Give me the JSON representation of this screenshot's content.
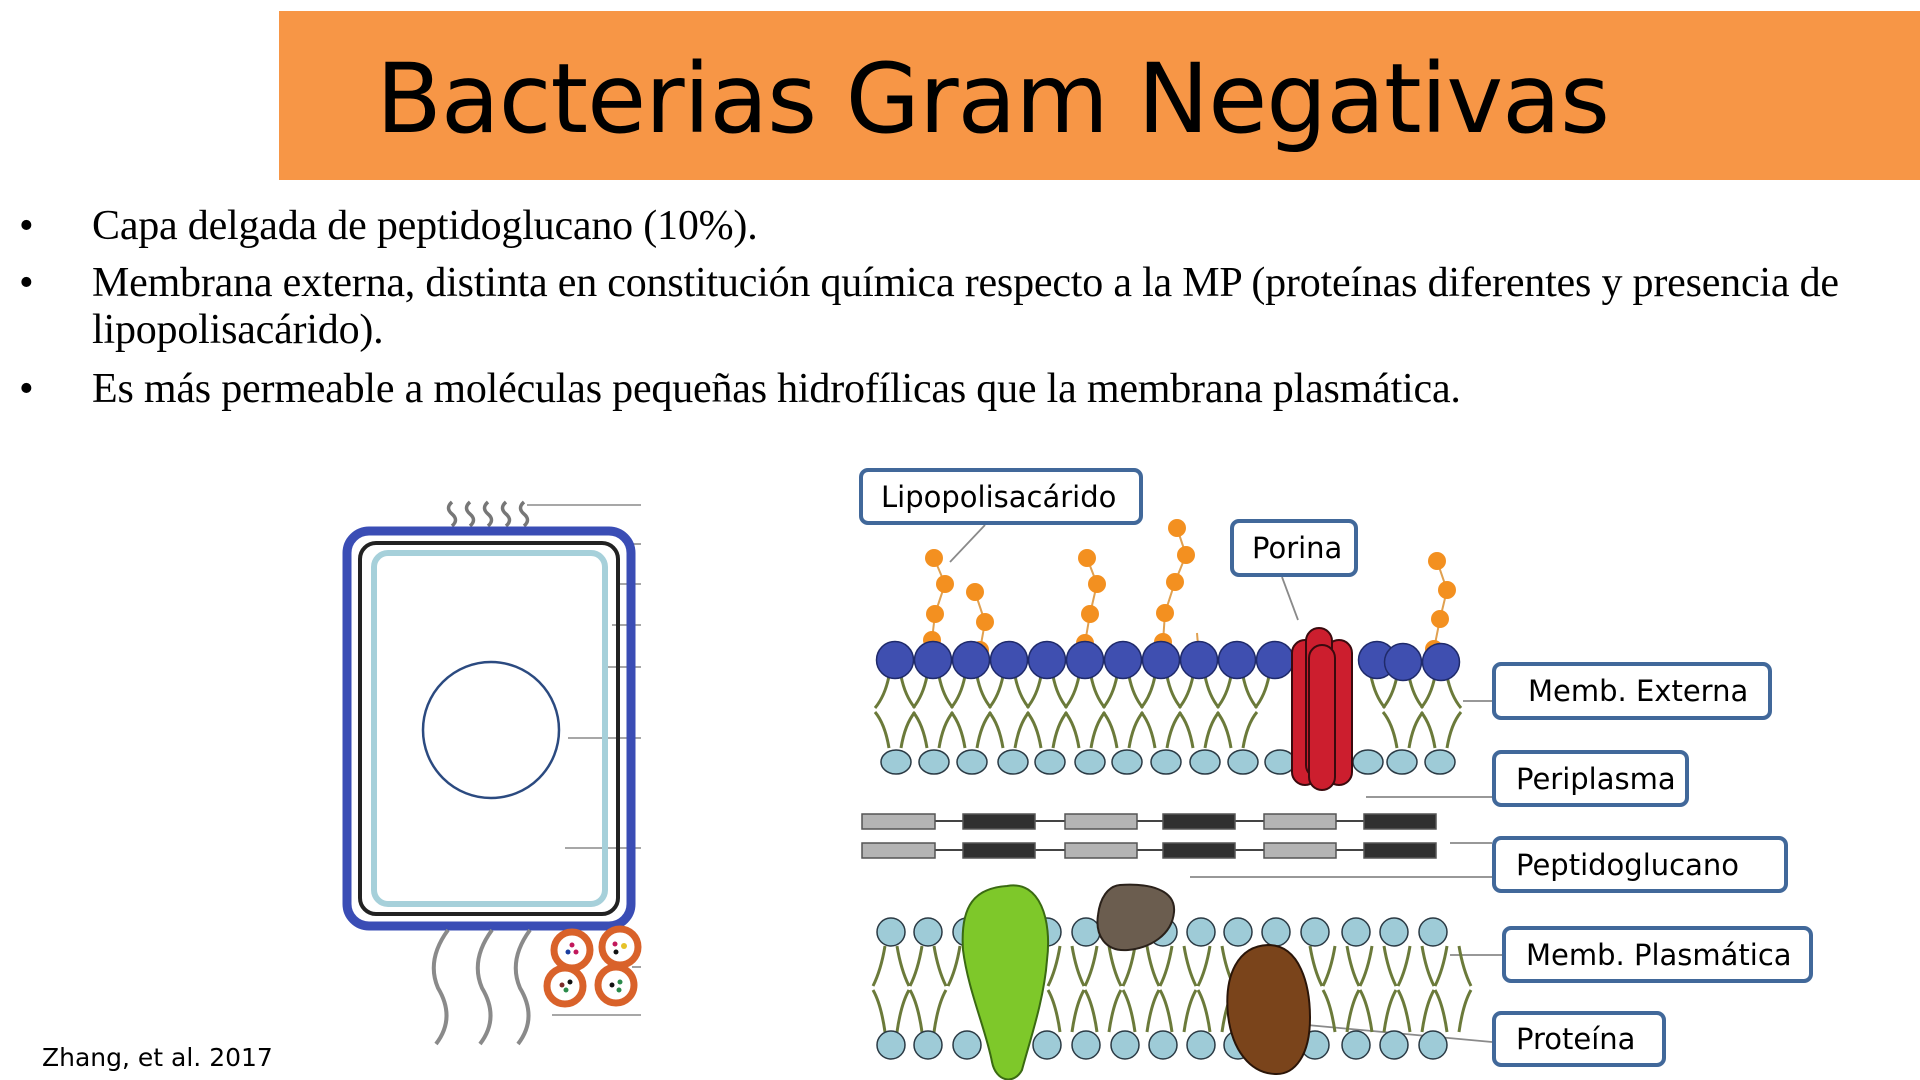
{
  "slide": {
    "title": "Bacterias Gram Negativas",
    "title_band_color": "#f79646",
    "bullets": [
      {
        "symbol": "•",
        "text": "Capa delgada de peptidoglucano (10%)."
      },
      {
        "symbol": "•",
        "text": "Membrana externa, distinta en constitución química respecto a la MP (proteínas diferentes y presencia de lipopolisacárido)."
      },
      {
        "symbol": "•",
        "text": "Es más permeable a moléculas pequeñas hidrofílicas que la membrana plasmática."
      }
    ],
    "citation": "Zhang, et al. 2017"
  },
  "membrane_diagram": {
    "labels": {
      "lps": "Lipopolisacárido",
      "porin": "Porina",
      "outer_membrane": "Memb. Externa",
      "periplasm": "Periplasma",
      "peptidoglycan": "Peptidoglucano",
      "plasma_membrane": "Memb. Plasmática",
      "protein": "Proteína"
    },
    "colors": {
      "label_border": "#41689a",
      "outer_head": "#3f4fb0",
      "inner_head": "#9ecbd7",
      "lipid_tail": "#6b7a3a",
      "lps_bead": "#f39020",
      "porin": "#cc1e2e",
      "peptido_light": "#b4b4b4",
      "peptido_dark": "#303030",
      "protein_green": "#7ec82a",
      "protein_grey": "#6b5d4f",
      "protein_brown": "#7a441b"
    }
  },
  "cell_diagram": {
    "colors": {
      "outer_membrane": "#3a4db5",
      "peptidoglycan": "#222222",
      "plasma_membrane": "#a6d0da",
      "nucleoid": "#2b4a80",
      "vesicle": "#d9622a",
      "flagella": "#8a8a8a"
    }
  }
}
